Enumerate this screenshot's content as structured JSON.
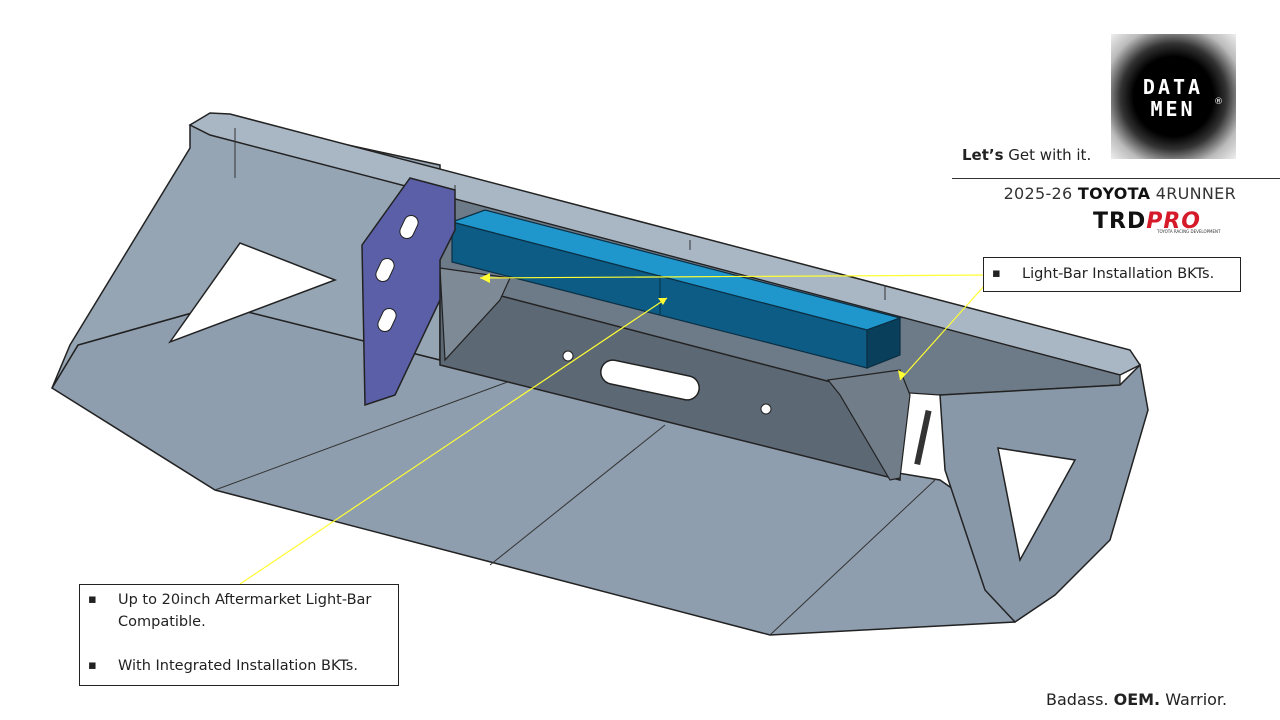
{
  "brand": {
    "logo_line1": "DATA",
    "logo_line2": "MEN",
    "logo_mark": "®",
    "slogan_lead": "Let’s",
    "slogan_rest": " Get with it."
  },
  "vehicle": {
    "year": "2025-26 ",
    "make": "TOYOTA",
    "model": " 4RUNNER",
    "trim_logo_main": "TRD",
    "trim_logo_accent": "PRO",
    "trim_logo_sub": "TOYOTA RACING DEVELOPMENT"
  },
  "callouts": {
    "brackets": "Light-Bar Installation BKTs.",
    "light_bar_1": "Up to 20inch Aftermarket Light-Bar Compatible.",
    "light_bar_2": "With Integrated Installation BKTs."
  },
  "footer": {
    "part1": "Badass. ",
    "part2": "OEM.",
    "part3": " Warrior."
  },
  "colors": {
    "plate": "#8a9aaa",
    "plate_dark": "#5f6c78",
    "light_bar": "#1b8fc3",
    "bracket_plate": "#5b5fa8",
    "leader_line": "#ffff33",
    "trd_red": "#d51b2a"
  }
}
